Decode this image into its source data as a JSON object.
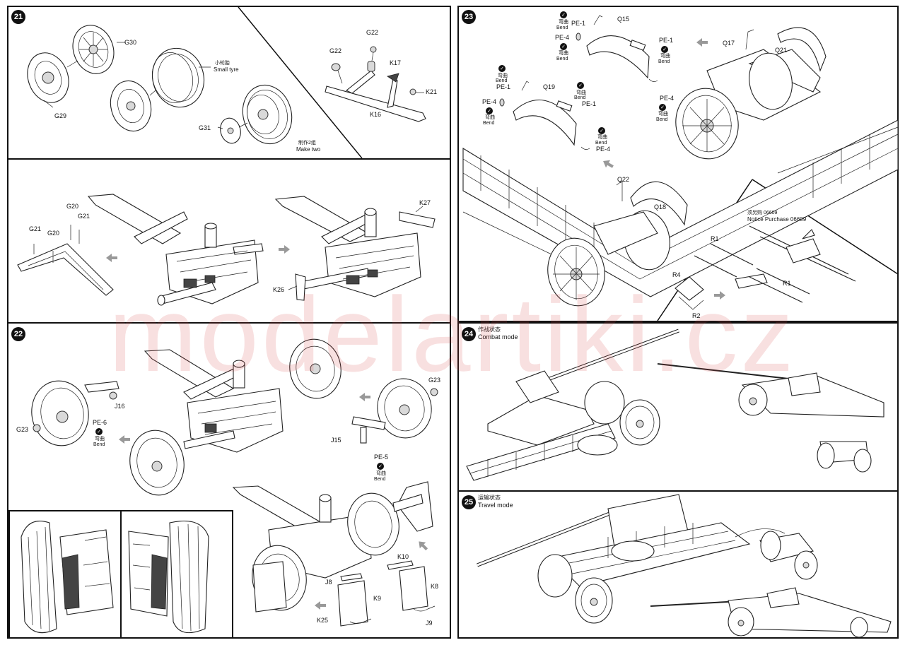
{
  "watermark": "modelartiki.cz",
  "steps": [
    {
      "number": "21"
    },
    {
      "number": "22"
    },
    {
      "number": "23"
    },
    {
      "number": "24",
      "title_cn": "作战状态",
      "title_en": "Combat mode"
    },
    {
      "number": "25",
      "title_cn": "运输状态",
      "title_en": "Travel mode"
    }
  ],
  "step21": {
    "parts": [
      "G30",
      "G29",
      "G22",
      "K17",
      "K21",
      "K16",
      "G31",
      "G20",
      "G21",
      "K27",
      "K26"
    ],
    "small_tyre_cn": "小轮胎",
    "small_tyre_en": "Small tyre",
    "make_two_cn": "制作2组",
    "make_two_en": "Make two"
  },
  "step22": {
    "parts": [
      "J16",
      "G23",
      "PE-6",
      "J15",
      "PE-5",
      "K10",
      "K8",
      "J8",
      "K9",
      "K25",
      "J9"
    ],
    "bend_cn": "弯曲",
    "bend_en": "Bend"
  },
  "step23": {
    "parts": [
      "PE-1",
      "Q15",
      "PE-4",
      "Q17",
      "Q21",
      "Q19",
      "Q22",
      "Q18",
      "R1",
      "R4",
      "R2"
    ],
    "bend_cn": "弯曲",
    "bend_en": "Bend",
    "notice_cn": "须另购",
    "notice_code": "06609",
    "notice_en": "Notice Purchase 06609"
  },
  "colors": {
    "line": "#222222",
    "badge": "#111111",
    "watermark": "#d23c3c"
  }
}
